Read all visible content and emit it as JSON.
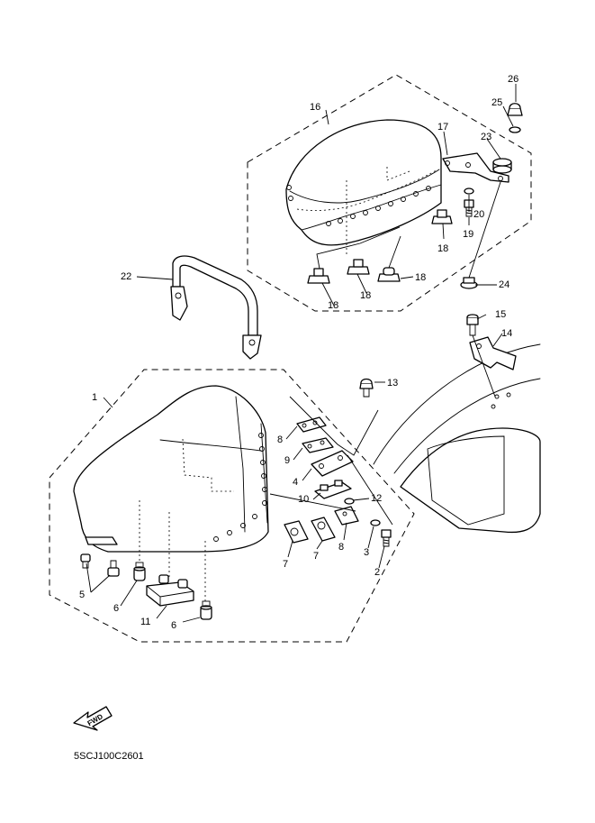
{
  "diagram": {
    "code": "5SCJ100C2601",
    "fwd_label": "FWD",
    "callouts": {
      "c1": "1",
      "c2": "2",
      "c3": "3",
      "c4": "4",
      "c5": "5",
      "c6a": "6",
      "c6b": "6",
      "c7a": "7",
      "c7b": "7",
      "c8a": "8",
      "c8b": "8",
      "c9": "9",
      "c10": "10",
      "c11": "11",
      "c12": "12",
      "c13": "13",
      "c14": "14",
      "c15": "15",
      "c16": "16",
      "c17": "17",
      "c18a": "18",
      "c18b": "18",
      "c18c": "18",
      "c18d": "18",
      "c19": "19",
      "c20": "20",
      "c22": "22",
      "c23": "23",
      "c24": "24",
      "c25": "25",
      "c26": "26"
    }
  }
}
